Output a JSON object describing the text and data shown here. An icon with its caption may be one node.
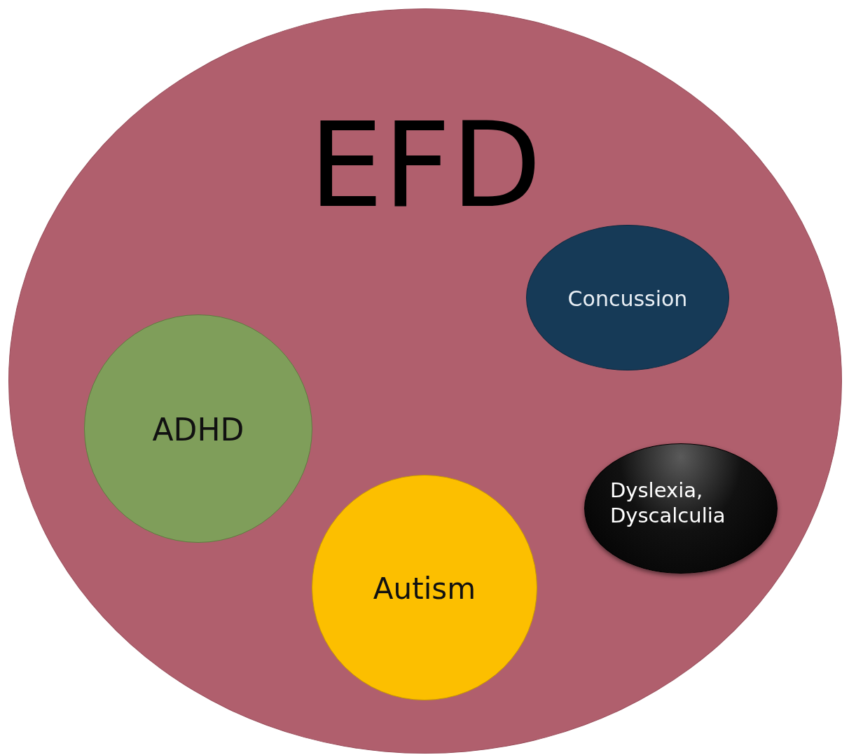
{
  "diagram": {
    "nodes": [
      {
        "text": [
          "EFD"
        ]
      },
      {
        "text": [
          "Concussion"
        ],
        "in": 0
      },
      {
        "text": [
          "ADHD"
        ],
        "in": 0
      },
      {
        "text": [
          "Dyslexia, Dyscalculia"
        ],
        "in": 0
      },
      {
        "text": [
          "Autism"
        ],
        "in": 0
      }
    ]
  }
}
